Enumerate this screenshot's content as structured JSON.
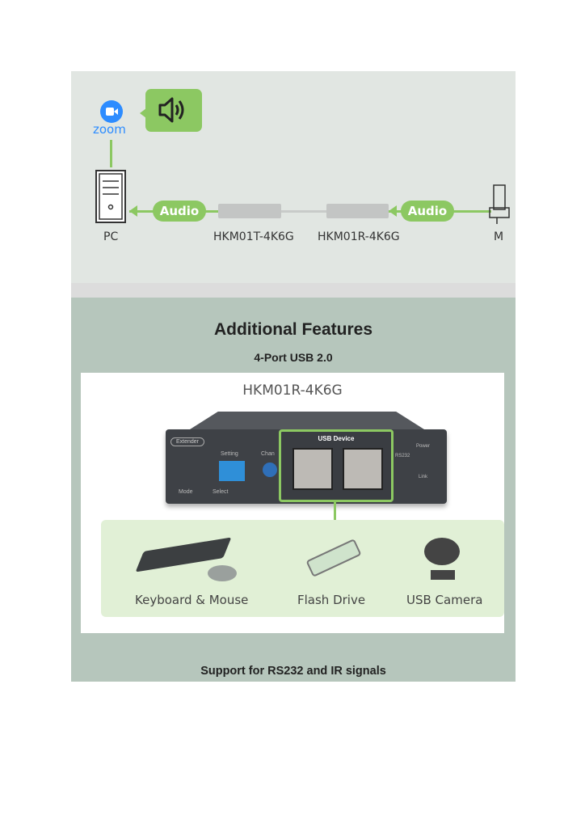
{
  "diagram": {
    "zoom_label": "zoom",
    "audio_pill_left": "Audio",
    "audio_pill_right": "Audio",
    "pc_label": "PC",
    "transmitter_label": "HKM01T-4K6G",
    "receiver_label": "HKM01R-4K6G",
    "right_label": "M"
  },
  "section": {
    "title": "Additional Features",
    "subtitle": "4-Port USB 2.0",
    "footer": "Support for RS232 and IR signals"
  },
  "photo": {
    "model": "HKM01R-4K6G",
    "badge": "Extender",
    "setting_label": "Setting",
    "channel_label": "Chan",
    "usb_device_label": "USB Device",
    "rs232_label": "RS232",
    "power_label": "Power",
    "link_label": "Link",
    "mode_label": "Mode",
    "select_label": "Select",
    "devices": [
      "Keyboard & Mouse",
      "Flash Drive",
      "USB Camera"
    ]
  },
  "colors": {
    "accent": "#8cc862",
    "section_bg": "#b6c6bc",
    "diagram_bg": "#e1e6e2"
  }
}
